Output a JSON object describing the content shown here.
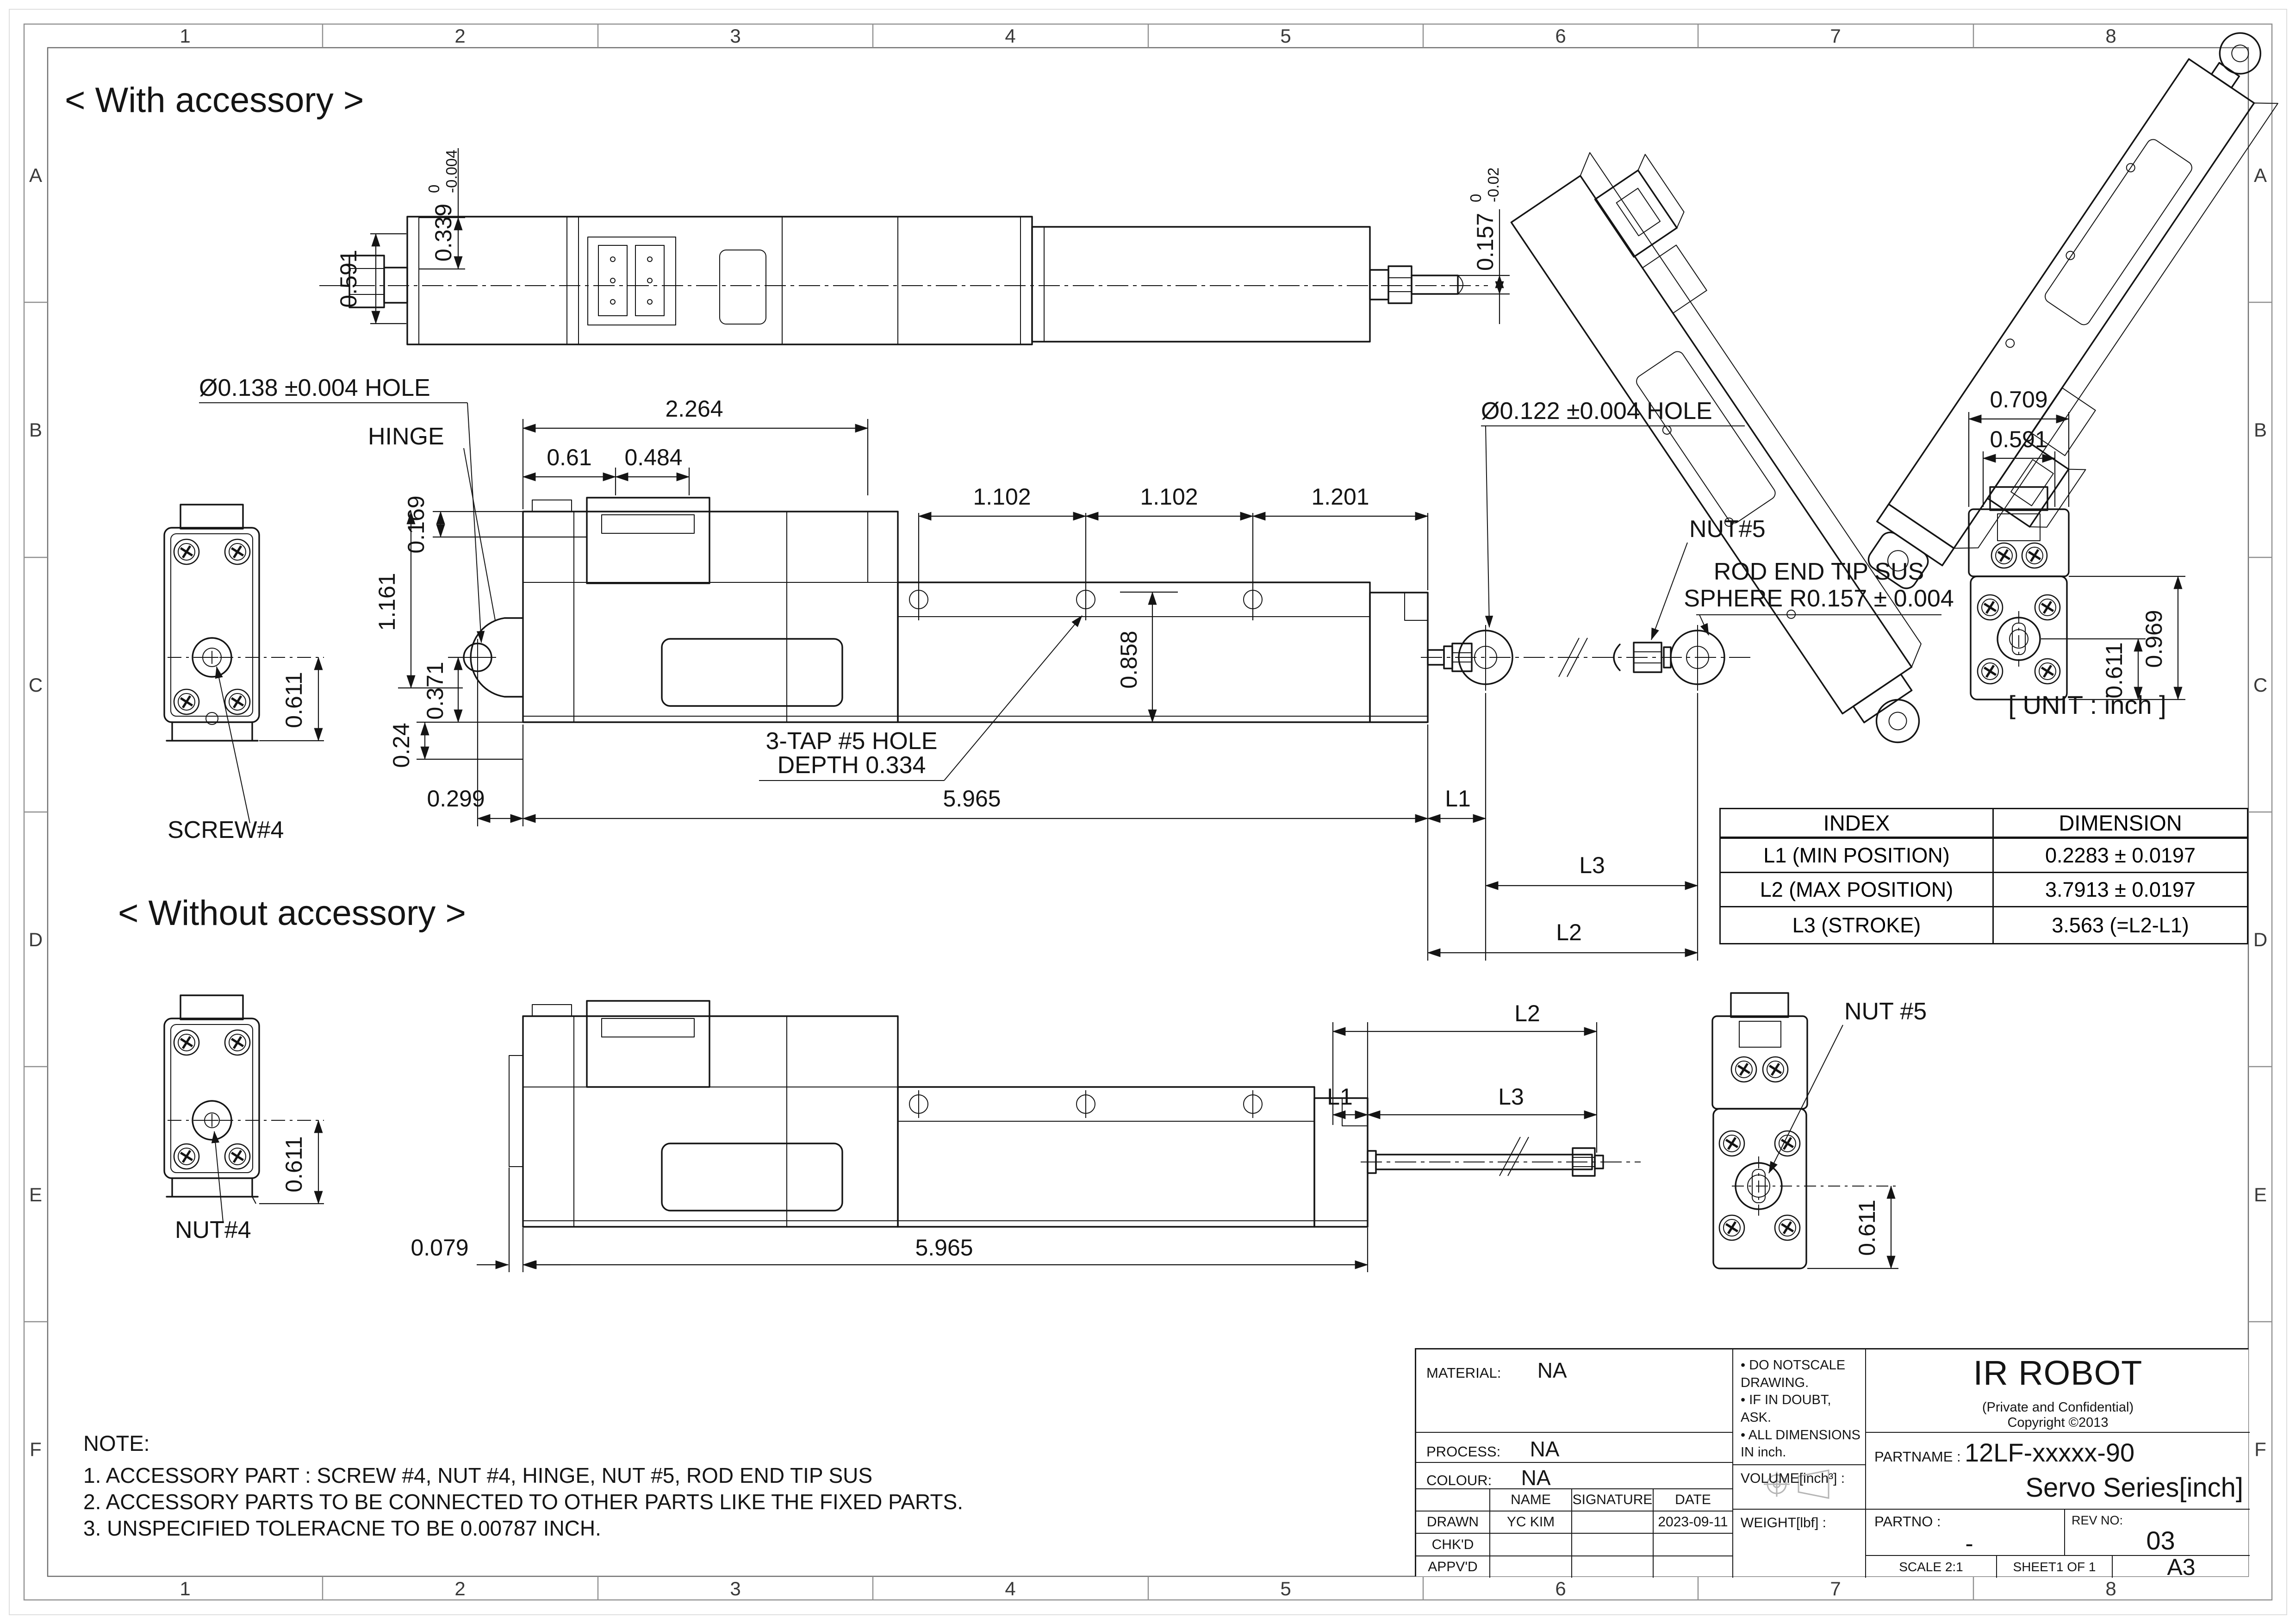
{
  "colors": {
    "background": "#ffffff",
    "line": "#141414",
    "frame_gray": "#8f8f8f",
    "projection_icon_gray": "#b5b5b5"
  },
  "sheet": {
    "grid_columns": [
      "1",
      "2",
      "3",
      "4",
      "5",
      "6",
      "7",
      "8"
    ],
    "grid_rows": [
      "A",
      "B",
      "C",
      "D",
      "E",
      "F"
    ],
    "unit_note": "[ UNIT : inch ]"
  },
  "sections": {
    "with_accessory": "< With accessory >",
    "without_accessory": "< Without accessory >"
  },
  "top_view": {
    "dim_width_left": "0.591",
    "dim_0339": "0.339",
    "tol_0339_upper": "0",
    "tol_0339_lower": "-0.004",
    "dim_0157": "0.157",
    "tol_0157_upper": "0",
    "tol_0157_lower": "-0.02"
  },
  "side_view": {
    "hole_label": "Ø0.138 ±0.004 HOLE",
    "hinge_label": "HINGE",
    "dim_2264": "2.264",
    "dim_061": "0.61",
    "dim_0484": "0.484",
    "dim_1102_a": "1.102",
    "dim_1102_b": "1.102",
    "dim_1201": "1.201",
    "dim_0169": "0.169",
    "dim_1161": "1.161",
    "dim_0371": "0.371",
    "dim_024": "0.24",
    "dim_0299": "0.299",
    "dim_5965": "5.965",
    "dim_0858": "0.858",
    "tap_hole_line1": "3-TAP #5 HOLE",
    "tap_hole_line2": "DEPTH 0.334",
    "hole_122_label": "Ø0.122 ±0.004 HOLE",
    "nut5_label": "NUT#5",
    "rod_end_line1": "ROD END TIP SUS",
    "rod_end_line2": "SPHERE R0.157 ± 0.004",
    "l1": "L1",
    "l2": "L2",
    "l3": "L3",
    "screw4_label": "SCREW#4",
    "dim_0611": "0.611"
  },
  "right_view": {
    "dim_0709": "0.709",
    "dim_0591": "0.591",
    "dim_0969": "0.969",
    "dim_0611": "0.611"
  },
  "bottom_view": {
    "l1": "L1",
    "l2": "L2",
    "l3": "L3",
    "dim_0079": "0.079",
    "dim_5965": "5.965",
    "dim_0611_left": "0.611",
    "dim_0611_right": "0.611",
    "nut4_label": "NUT#4",
    "nut5_label": "NUT #5"
  },
  "index_table": {
    "headers": [
      "INDEX",
      "DIMENSION"
    ],
    "rows": [
      {
        "index": "L1 (MIN POSITION)",
        "dimension": "0.2283 ± 0.0197"
      },
      {
        "index": "L2 (MAX POSITION)",
        "dimension": "3.7913 ± 0.0197"
      },
      {
        "index": "L3 (STROKE)",
        "dimension": "3.563 (=L2-L1)"
      }
    ]
  },
  "notes": {
    "title": "NOTE:",
    "items": [
      "1. ACCESSORY PART :  SCREW #4, NUT #4, HINGE, NUT #5, ROD END TIP SUS",
      "2. ACCESSORY PARTS TO BE CONNECTED TO OTHER PARTS LIKE THE  FIXED PARTS.",
      "3. UNSPECIFIED TOLERACNE TO BE 0.00787 INCH."
    ]
  },
  "title_block": {
    "material_label": "MATERIAL:",
    "material_value": "NA",
    "process_label": "PROCESS:",
    "process_value": "NA",
    "colour_label": "COLOUR:",
    "colour_value": "NA",
    "name_header": "NAME",
    "signature_header": "SIGNATURE",
    "date_header": "DATE",
    "drawn_label": "DRAWN",
    "drawn_name": "YC KIM",
    "drawn_date": "2023-09-11",
    "chkd_label": "CHK'D",
    "appvd_label": "APPV'D",
    "bullet_1": "• DO NOTSCALE DRAWING.",
    "bullet_2": "• IF IN DOUBT, ASK.",
    "bullet_3": "• ALL DIMENSIONS IN inch.",
    "volume_label": "VOLUME[inch³] :",
    "weight_label": "WEIGHT[lbf] :",
    "brand": "IR ROBOT",
    "confidential": "(Private and Confidential)",
    "copyright": "Copyright ©2013",
    "partname_label": "PARTNAME :",
    "partname_value": "12LF-xxxxx-90",
    "partname_series": "Servo Series[inch]",
    "partno_label": "PARTNO :",
    "partno_value": "-",
    "revno_label": "REV NO:",
    "revno_value": "03",
    "scale_label": "SCALE  2:1",
    "sheet_label": "SHEET1 OF 1",
    "paper_size": "A3"
  }
}
